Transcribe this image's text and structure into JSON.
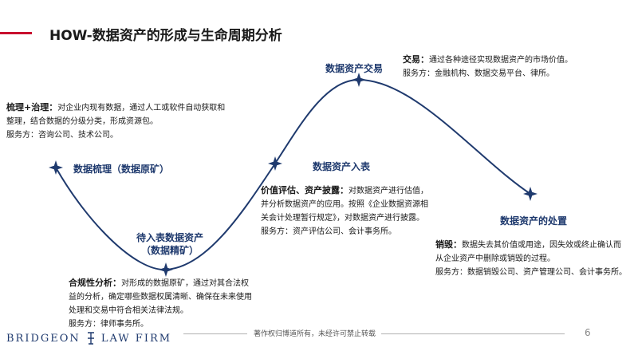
{
  "title": "HOW-数据资产的形成与生命周期分析",
  "nodes": {
    "sort": "数据梳理（数据原矿）",
    "pending": [
      "待入表数据资产",
      "（数据精矿）"
    ],
    "entry": "数据资产入表",
    "trade": "数据资产交易",
    "dispose": "数据资产的处置"
  },
  "blocks": {
    "governance": {
      "head": "梳理+治理：",
      "lines": [
        "对企业内现有数据，通过人工或软件自动获取和",
        "整理，结合数据的分级分类，形成资源包。",
        "服务方：咨询公司、技术公司。"
      ]
    },
    "compliance": {
      "head": "合规性分析：",
      "lines": [
        "对形成的数据原矿，通过对其合法权",
        "益的分析，确定哪些数据权属清晰、确保在未来使用",
        "处理和交易中符合相关法律法规。",
        "服务方：律师事务所。"
      ]
    },
    "valuation": {
      "head": "价值评估、资产披露：",
      "lines": [
        "对数据资产进行估值，",
        "并分析数据资产的应用。按照《企业数据资源相",
        "关会计处理暂行规定》，对数据资产进行披露。",
        "服务方：资产评估公司、会计事务所。"
      ]
    },
    "trading": {
      "head": "交易：",
      "lines": [
        "通过各种途径实现数据资产的市场价值。",
        "服务方：金融机构、数据交易平台、律所。"
      ]
    },
    "destruction": {
      "head": "销毁：",
      "lines": [
        "数据失去其价值或用途，因失效或终止确认而",
        "从企业资产中删除或销毁的过程。",
        "服务方：数据销毁公司、资产管理公司、会计事务所。"
      ]
    }
  },
  "footer": {
    "copyright": "著作权归博道所有，未经许可禁止转载",
    "page": "6",
    "logo_left": "BRIDGEON",
    "logo_right": "LAW FIRM"
  },
  "colors": {
    "accent": "#c8102e",
    "curve": "#1f3a6e"
  }
}
